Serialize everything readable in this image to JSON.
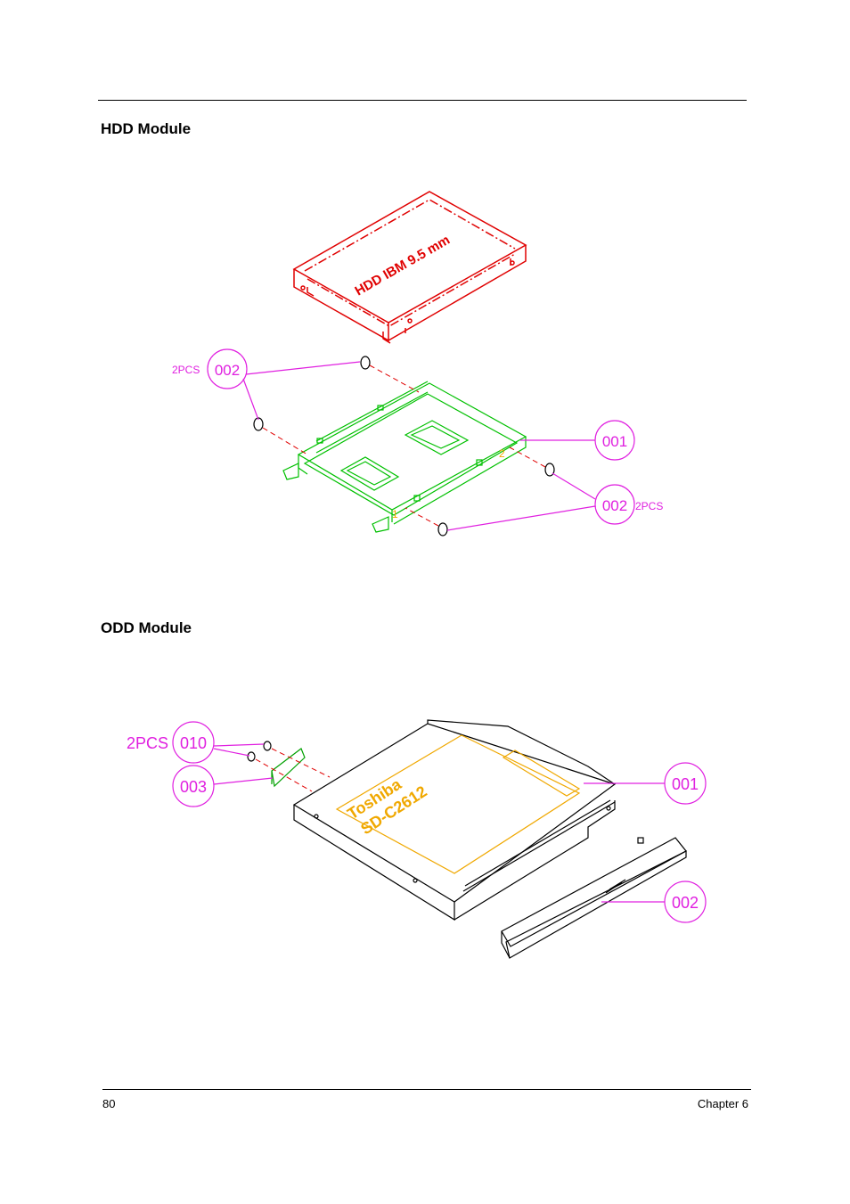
{
  "page": {
    "page_number": "80",
    "chapter": "Chapter 6"
  },
  "hdd_section": {
    "title": "HDD Module",
    "drive_label": "HDD  IBM  9.5  mm",
    "callouts": [
      {
        "id": "002",
        "qty": "2PCS"
      },
      {
        "id": "001",
        "qty": ""
      },
      {
        "id": "002",
        "qty": "2PCS"
      }
    ],
    "bracket_markers": [
      "1",
      "2"
    ]
  },
  "odd_section": {
    "title": "ODD Module",
    "drive_label_line1": "Toshiba",
    "drive_label_line2": "SD-C2612",
    "callouts": [
      {
        "id": "010",
        "qty": "2PCS"
      },
      {
        "id": "003",
        "qty": ""
      },
      {
        "id": "001",
        "qty": ""
      },
      {
        "id": "002",
        "qty": ""
      }
    ]
  },
  "colors": {
    "callout": "#e020e0",
    "hdd_outline": "#e00000",
    "bracket": "#00c000",
    "odd_label": "#f0a800",
    "line": "#000000"
  }
}
